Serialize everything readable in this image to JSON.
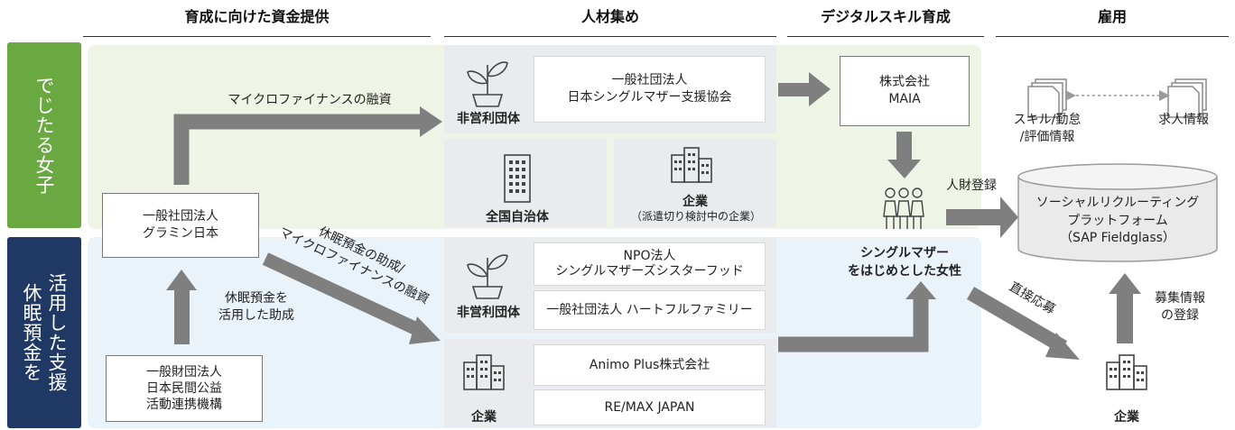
{
  "headers": {
    "funding": "育成に向けた資金提供",
    "recruit": "人材集め",
    "skills": "デジタルスキル育成",
    "employment": "雇用"
  },
  "sidebar": {
    "top": "でじたる女子",
    "bottom_col1": "休眠預金を",
    "bottom_col2": "活用した支援"
  },
  "nodes": {
    "grameen": "一般社団法人\nグラミン日本",
    "jana": "一般財団法人\n日本民間公益\n活動連携機構",
    "npo_label": "非営利団体",
    "single_mother_assoc": "一般社団法人\n日本シングルマザー支援協会",
    "municipalities": "全国自治体",
    "companies_label": "企業",
    "companies_sub": "（派遣切り検討中の企業）",
    "npo_label2": "非営利団体",
    "sister_food": "NPO法人\nシングルマザーズシスターフッド",
    "heartful": "一般社団法人 ハートフルファミリー",
    "companies_label2": "企業",
    "animo": "Animo Plus株式会社",
    "remax": "RE/MAX JAPAN",
    "maia": "株式会社\nMAIA",
    "women": "シングルマザー\nをはじめとした女性",
    "platform": "ソーシャルリクルーティング\nプラットフォーム\n（SAP Fieldglass）",
    "skills_info": "スキル/勤怠\n/評価情報",
    "job_info": "求人情報",
    "company_right": "企業"
  },
  "arrows": {
    "microfinance": "マイクロファイナンスの融資",
    "dormant_grant_microfinance": "休眠預金の助成/\nマイクロファイナンスの融資",
    "dormant_grant": "休眠預金を\n活用した助成",
    "talent_registration": "人財登録",
    "direct_apply": "直接応募",
    "job_registration": "募集情報\nの登録"
  },
  "colors": {
    "sidebar_green": "#6aa842",
    "sidebar_navy": "#1f3864",
    "panel_green": "#eef5e6",
    "panel_blue": "#eaf2fa",
    "arrow_grey": "#7f7f7f",
    "box_grey": "#e9ebee"
  }
}
